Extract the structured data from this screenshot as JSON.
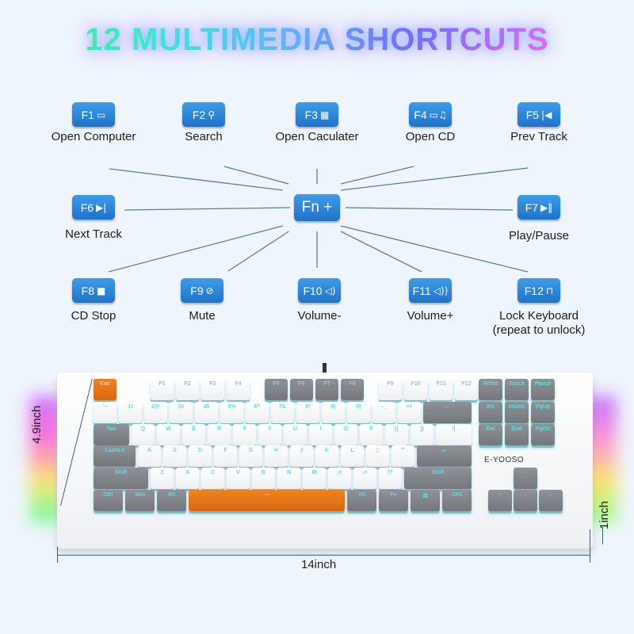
{
  "title": "12 MULTIMEDIA SHORTCUTS",
  "center_key": "Fn +",
  "shortcuts": [
    {
      "key": "F1",
      "icon": "computer-icon",
      "glyph": "▭",
      "label": "Open Computer"
    },
    {
      "key": "F2",
      "icon": "search-icon",
      "glyph": "⚲",
      "label": "Search"
    },
    {
      "key": "F3",
      "icon": "calculator-icon",
      "glyph": "▦",
      "label": "Open Caculater"
    },
    {
      "key": "F4",
      "icon": "cd-music-icon",
      "glyph": "▭♫",
      "label": "Open CD"
    },
    {
      "key": "F5",
      "icon": "prev-track-icon",
      "glyph": "|◀",
      "label": "Prev Track"
    },
    {
      "key": "F6",
      "icon": "next-track-icon",
      "glyph": "▶|",
      "label": "Next Track"
    },
    {
      "key": "F7",
      "icon": "play-pause-icon",
      "glyph": "▶‖",
      "label": "Play/Pause"
    },
    {
      "key": "F8",
      "icon": "stop-icon",
      "glyph": "■",
      "label": "CD Stop"
    },
    {
      "key": "F9",
      "icon": "mute-icon",
      "glyph": "⊘",
      "label": "Mute"
    },
    {
      "key": "F10",
      "icon": "volume-down-icon",
      "glyph": "◁)",
      "label": "Volume-"
    },
    {
      "key": "F11",
      "icon": "volume-up-icon",
      "glyph": "◁))",
      "label": "Volume+"
    },
    {
      "key": "F12",
      "icon": "lock-icon",
      "glyph": "⊓",
      "label": "Lock Keyboard",
      "label2": "(repeat to unlock)"
    }
  ],
  "keyboard": {
    "brand": "E-YOOSO",
    "colors": {
      "white": "#ffffff",
      "gray": "#7f8387",
      "orange": "#e8761a",
      "backlight": "#62d8e6"
    },
    "rows": [
      [
        [
          "Esc",
          1,
          "o",
          0
        ],
        [
          "F1",
          1,
          "w",
          1.25
        ],
        [
          "F2",
          1,
          "w",
          0
        ],
        [
          "F3",
          1,
          "w",
          0
        ],
        [
          "F4",
          1,
          "w",
          0
        ],
        [
          "F5",
          1,
          "g",
          0.5
        ],
        [
          "F6",
          1,
          "g",
          0
        ],
        [
          "F7",
          1,
          "g",
          0
        ],
        [
          "F8",
          1,
          "g",
          0
        ],
        [
          "F9",
          1,
          "w",
          0.5
        ],
        [
          "F10",
          1,
          "w",
          0
        ],
        [
          "F11",
          1,
          "w",
          0
        ],
        [
          "F12",
          1,
          "w",
          0
        ]
      ],
      [
        [
          "`~",
          1,
          "w",
          0
        ],
        [
          "1!",
          1,
          "w",
          0
        ],
        [
          "2@",
          1,
          "w",
          0
        ],
        [
          "3#",
          1,
          "w",
          0
        ],
        [
          "4$",
          1,
          "w",
          0
        ],
        [
          "5%",
          1,
          "w",
          0
        ],
        [
          "6^",
          1,
          "w",
          0
        ],
        [
          "7&",
          1,
          "w",
          0
        ],
        [
          "8*",
          1,
          "w",
          0
        ],
        [
          "9(",
          1,
          "w",
          0
        ],
        [
          "0)",
          1,
          "w",
          0
        ],
        [
          "-_",
          1,
          "w",
          0
        ],
        [
          "=+",
          1,
          "w",
          0
        ],
        [
          "←",
          2,
          "g",
          0
        ]
      ],
      [
        [
          "Tab",
          1.5,
          "g",
          0
        ],
        [
          "Q",
          1,
          "w",
          0
        ],
        [
          "W",
          1,
          "w",
          0
        ],
        [
          "E",
          1,
          "w",
          0
        ],
        [
          "R",
          1,
          "w",
          0
        ],
        [
          "T",
          1,
          "w",
          0
        ],
        [
          "Y",
          1,
          "w",
          0
        ],
        [
          "U",
          1,
          "w",
          0
        ],
        [
          "I",
          1,
          "w",
          0
        ],
        [
          "O",
          1,
          "w",
          0
        ],
        [
          "P",
          1,
          "w",
          0
        ],
        [
          "[{",
          1,
          "w",
          0
        ],
        [
          "]}",
          1,
          "w",
          0
        ],
        [
          "\\|",
          1.5,
          "w",
          0
        ]
      ],
      [
        [
          "CapsLk",
          1.75,
          "g",
          0
        ],
        [
          "A",
          1,
          "w",
          0
        ],
        [
          "S",
          1,
          "w",
          0
        ],
        [
          "D",
          1,
          "w",
          0
        ],
        [
          "F",
          1,
          "w",
          0
        ],
        [
          "G",
          1,
          "w",
          0
        ],
        [
          "H",
          1,
          "w",
          0
        ],
        [
          "J",
          1,
          "w",
          0
        ],
        [
          "K",
          1,
          "w",
          0
        ],
        [
          "L",
          1,
          "w",
          0
        ],
        [
          ";:",
          1,
          "w",
          0
        ],
        [
          "'\"",
          1,
          "w",
          0
        ],
        [
          "↵",
          2.25,
          "g",
          0
        ]
      ],
      [
        [
          "Shift",
          2.25,
          "g",
          0
        ],
        [
          "Z",
          1,
          "w",
          0
        ],
        [
          "X",
          1,
          "w",
          0
        ],
        [
          "C",
          1,
          "w",
          0
        ],
        [
          "V",
          1,
          "w",
          0
        ],
        [
          "B",
          1,
          "w",
          0
        ],
        [
          "N",
          1,
          "w",
          0
        ],
        [
          "M",
          1,
          "w",
          0
        ],
        [
          ",<",
          1,
          "w",
          0
        ],
        [
          ".>",
          1,
          "w",
          0
        ],
        [
          "/?",
          1,
          "w",
          0
        ],
        [
          "Shift",
          2.75,
          "g",
          0
        ]
      ],
      [
        [
          "Ctrl",
          1.25,
          "g",
          0
        ],
        [
          "Win",
          1.25,
          "g",
          0
        ],
        [
          "Alt",
          1.25,
          "g",
          0
        ],
        [
          "—",
          6.25,
          "o",
          0
        ],
        [
          "Alt",
          1.25,
          "g",
          0
        ],
        [
          "Fn",
          1.25,
          "g",
          0
        ],
        [
          "▥",
          1.25,
          "g",
          0
        ],
        [
          "Ctrl",
          1.25,
          "g",
          0
        ]
      ]
    ],
    "nav": [
      [
        "PrtSc",
        "ScrLk",
        "Pause"
      ],
      [
        "Ins",
        "Home",
        "PgUp"
      ],
      [
        "Del",
        "End",
        "PgDn"
      ]
    ],
    "arrows": {
      "up": "↑",
      "left": "←",
      "down": "↓",
      "right": "→"
    }
  },
  "dimensions": {
    "height": "4.9inch",
    "width": "14inch",
    "thickness": "1inch"
  }
}
